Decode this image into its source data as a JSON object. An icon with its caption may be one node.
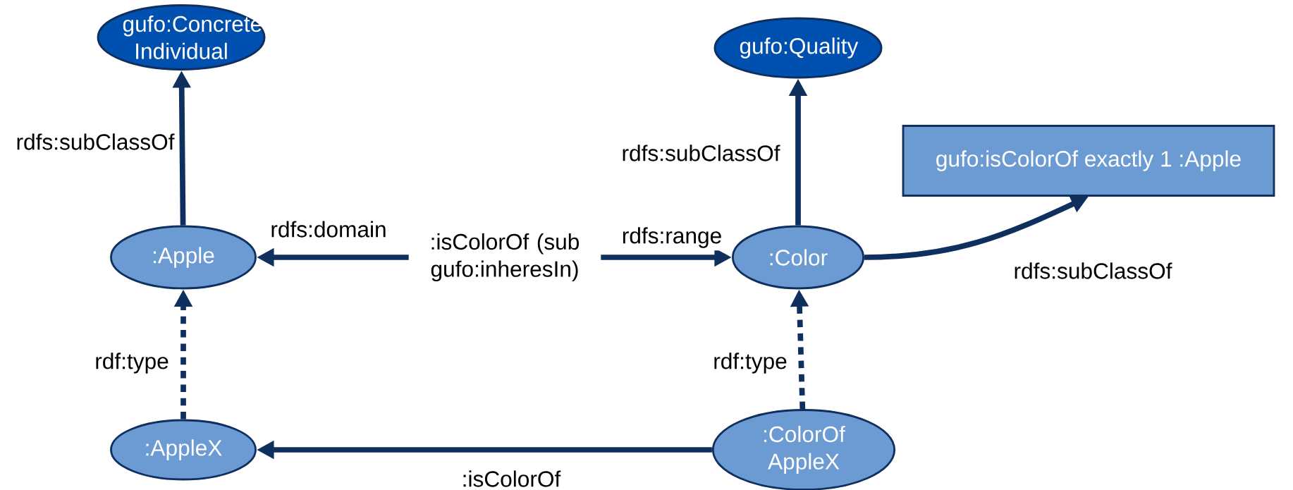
{
  "diagram": {
    "nodes": [
      {
        "text": [
          "gufo:Concrete Individual"
        ]
      },
      {
        "text": [
          "gufo:Quality"
        ]
      },
      {
        "text": [
          "gufo:isColorOf exactly 1 :Apple"
        ]
      },
      {
        "text": [
          ":Apple"
        ]
      },
      {
        "text": [
          ":isColorOf (sub gufo:inheresIn)"
        ]
      },
      {
        "text": [
          ":Color"
        ]
      },
      {
        "text": [
          ":AppleX"
        ]
      },
      {
        "text": [
          ":ColorOf AppleX"
        ]
      }
    ],
    "edges": [
      {
        "from": 3,
        "to": 0,
        "arrow": "to",
        "label": "rdfs:subClassOf"
      },
      {
        "from": 4,
        "to": 3,
        "arrow": "to",
        "label": "rdfs:domain"
      },
      {
        "from": 4,
        "to": 5,
        "arrow": "to",
        "label": "rdfs:range"
      },
      {
        "from": 5,
        "to": 1,
        "arrow": "to",
        "label": "rdfs:subClassOf"
      },
      {
        "from": 5,
        "to": 2,
        "arrow": "to",
        "label": "rdfs:subClassOf"
      },
      {
        "from": 6,
        "to": 3,
        "arrow": "to",
        "label": "rdf:type",
        "style": "dashed"
      },
      {
        "from": 7,
        "to": 5,
        "arrow": "to",
        "label": "rdf:type",
        "style": "dashed"
      },
      {
        "from": 7,
        "to": 6,
        "arrow": "to",
        "label": ":isColorOf"
      }
    ]
  }
}
